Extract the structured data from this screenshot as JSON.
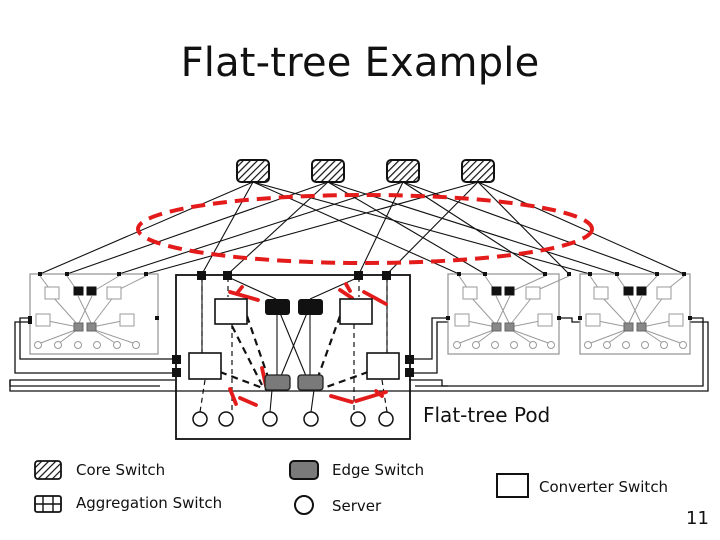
{
  "slide": {
    "title": "Flat-tree Example",
    "page_number": "11"
  },
  "diagram": {
    "pod_label": "Flat-tree Pod",
    "legend": {
      "core_switch": "Core Switch",
      "aggregation_switch": "Aggregation Switch",
      "edge_switch": "Edge Switch",
      "server": "Server",
      "converter_switch": "Converter Switch"
    },
    "colors": {
      "highlight": "#e31b1b",
      "line": "#111111",
      "dim_line": "#9a9a9a",
      "edge_fill": "#7a7a7a",
      "agg_fill": "#111111"
    }
  }
}
